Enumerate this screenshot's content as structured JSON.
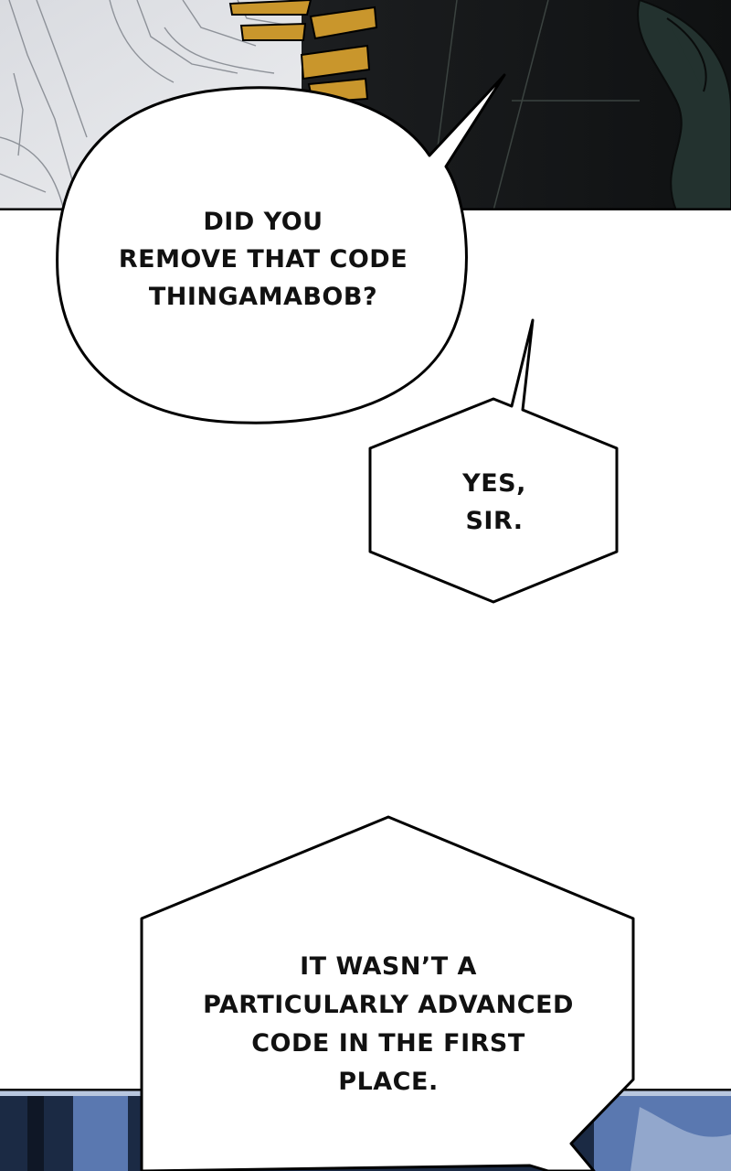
{
  "page": {
    "background": "#ffffff"
  },
  "panels": {
    "top": {
      "colors": {
        "sketch_bg": "#e6e7ea",
        "dark_bg": "#16181a",
        "gold": "#c9962c",
        "teal_foliage": "#2a3b37"
      }
    },
    "bottom": {
      "colors": {
        "frame_blue": "#5a78b0",
        "dark_blue": "#1b2a44",
        "pale_blue": "#b8c7df"
      }
    }
  },
  "bubbles": [
    {
      "shape": "round",
      "lines": [
        "DID YOU",
        "REMOVE THAT CODE",
        "THINGAMABOB?"
      ]
    },
    {
      "shape": "hexagon",
      "lines": [
        "YES,",
        "SIR."
      ]
    },
    {
      "shape": "hexagon",
      "lines": [
        "IT WASN’T A",
        "PARTICULARLY ADVANCED",
        "CODE IN THE FIRST",
        "PLACE."
      ]
    }
  ]
}
